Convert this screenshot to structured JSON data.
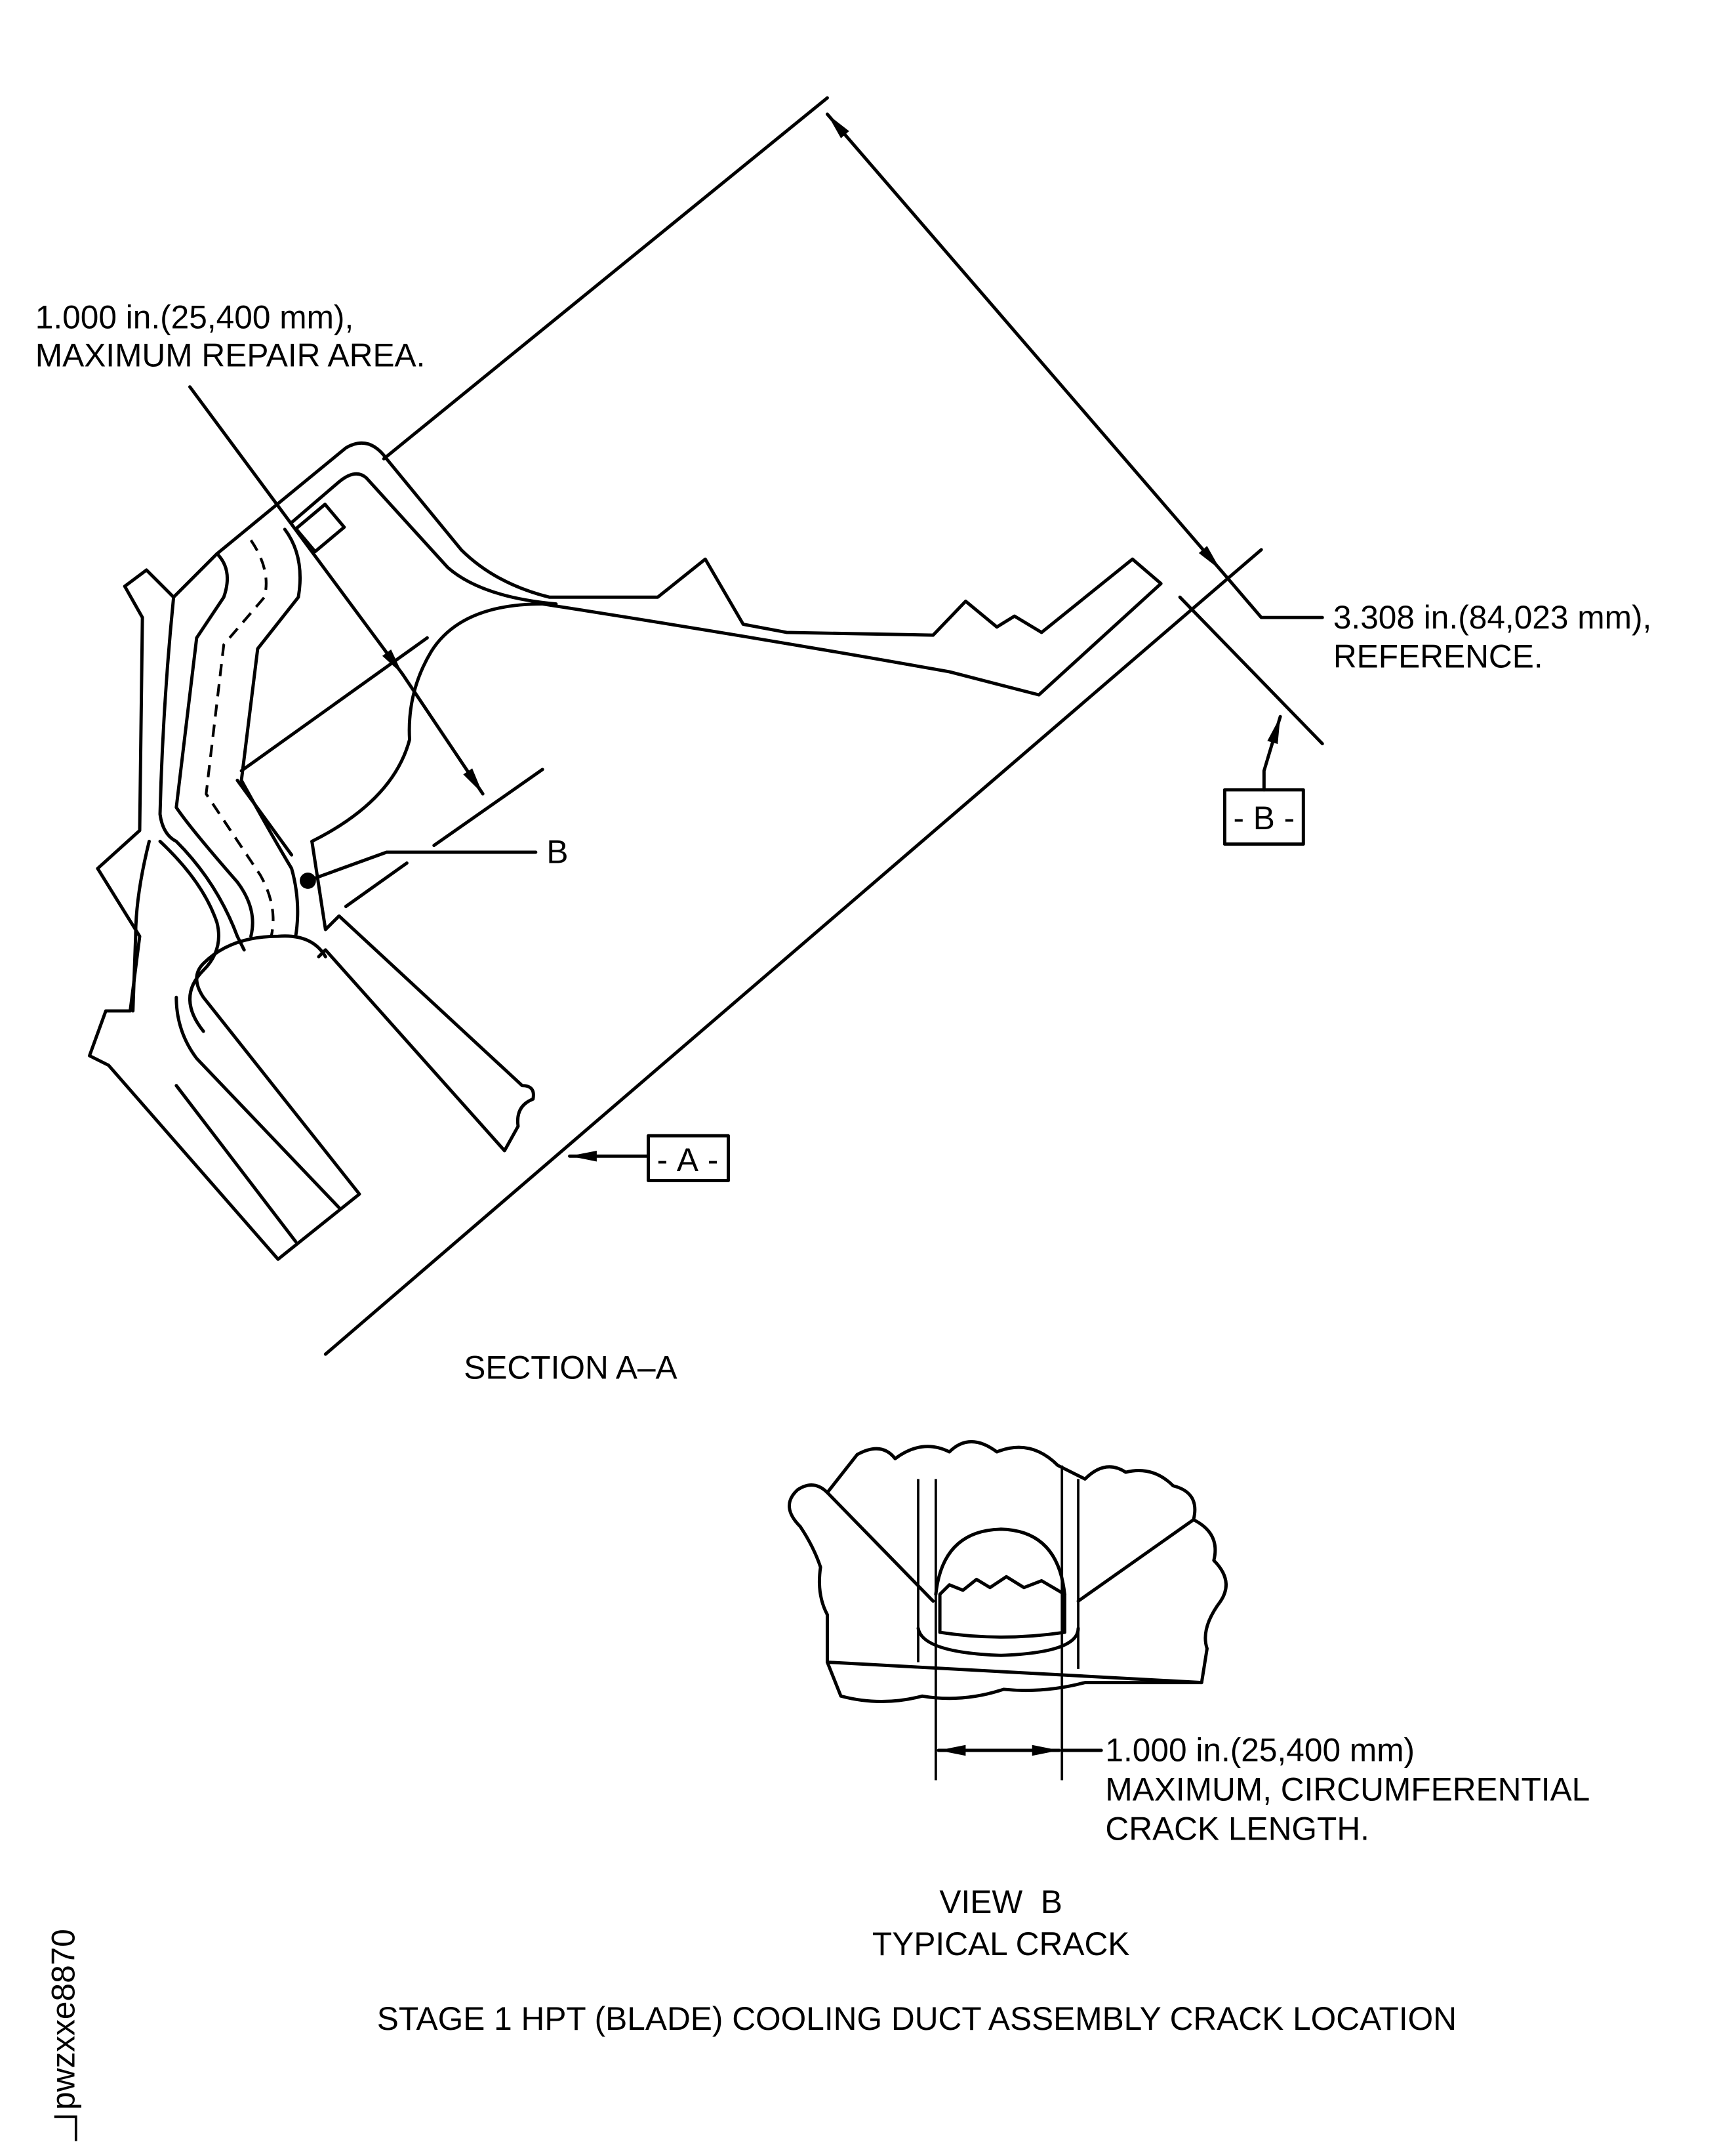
{
  "section_a": {
    "repair_dim_line1": "1.000 in.(25,400 mm),",
    "repair_dim_line2": "MAXIMUM REPAIR AREA.",
    "reference_dim_line1": "3.308 in.(84,023 mm),",
    "reference_dim_line2": "REFERENCE.",
    "view_b_callout": "B",
    "datum_a": "A",
    "datum_b": "B",
    "caption": "SECTION A–A"
  },
  "view_b": {
    "crack_dim_line1": "1.000 in.(25,400 mm)",
    "crack_dim_line2": "MAXIMUM, CIRCUMFERENTIAL",
    "crack_dim_line3": "CRACK LENGTH.",
    "caption_line1": "VIEW  B",
    "caption_line2": "TYPICAL CRACK"
  },
  "figure_title": "STAGE 1 HPT (BLADE) COOLING DUCT ASSEMBLY CRACK LOCATION",
  "figure_id": "pwzxxe8870"
}
